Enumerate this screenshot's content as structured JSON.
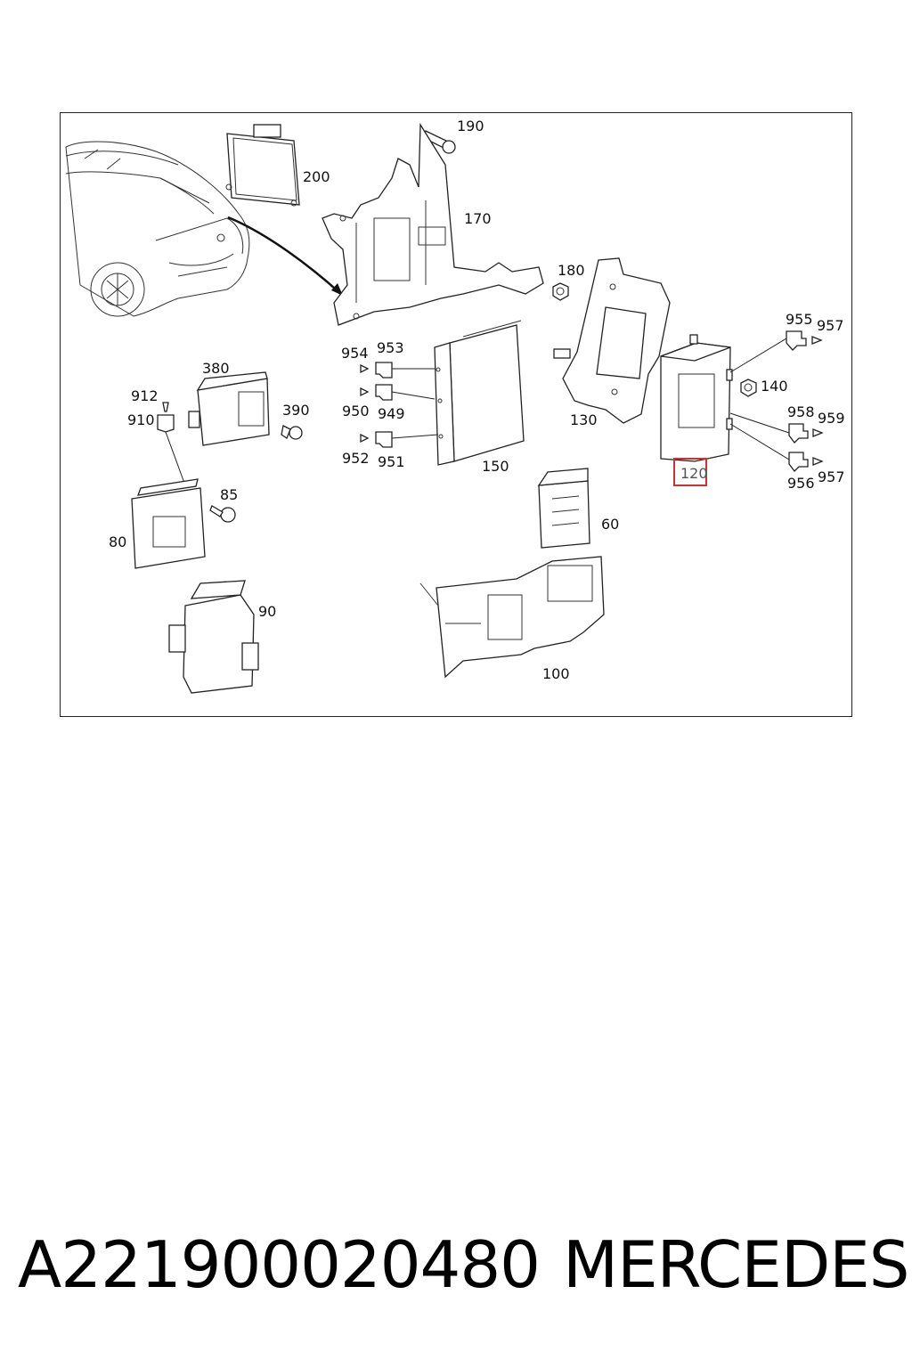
{
  "callouts": {
    "c190": "190",
    "c200": "200",
    "c170": "170",
    "c180": "180",
    "c955": "955",
    "c957a": "957",
    "c140": "140",
    "c958": "958",
    "c959": "959",
    "c956": "956",
    "c957b": "957",
    "c120": "120",
    "c130": "130",
    "c380": "380",
    "c912": "912",
    "c910": "910",
    "c390": "390",
    "c954": "954",
    "c953": "953",
    "c950": "950",
    "c949": "949",
    "c952": "952",
    "c951": "951",
    "c150": "150",
    "c85": "85",
    "c80": "80",
    "c60": "60",
    "c90": "90",
    "c100": "100"
  },
  "highlighted_part": "120",
  "colors": {
    "highlight": "#d32f2f",
    "line": "#222222"
  },
  "footer": {
    "part_number": "A221900020480",
    "brand": "MERCEDES"
  }
}
